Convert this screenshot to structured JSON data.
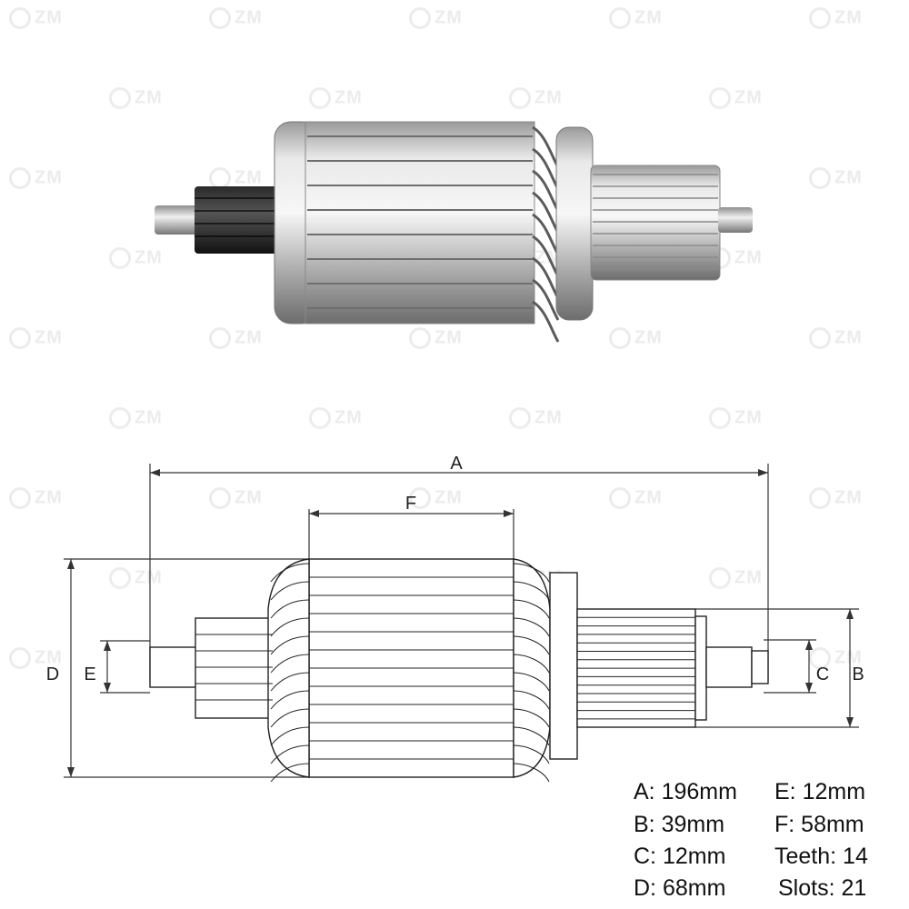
{
  "watermark": {
    "text": "ZM"
  },
  "dimension_labels": {
    "A": "A",
    "B": "B",
    "C": "C",
    "D": "D",
    "E": "E",
    "F": "F"
  },
  "specs": {
    "left": [
      {
        "text": "A: 196mm"
      },
      {
        "text": "B: 39mm"
      },
      {
        "text": "C: 12mm"
      },
      {
        "text": "D: 68mm"
      }
    ],
    "right": [
      {
        "text": "E: 12mm"
      },
      {
        "text": "F: 58mm"
      },
      {
        "text": "Teeth: 14"
      },
      {
        "text": "Slots: 21"
      }
    ]
  },
  "colors": {
    "metal": "#c9c9c9",
    "metal_dark": "#8f8f8f",
    "pinion": "#1e1e1e",
    "line": "#333333"
  }
}
